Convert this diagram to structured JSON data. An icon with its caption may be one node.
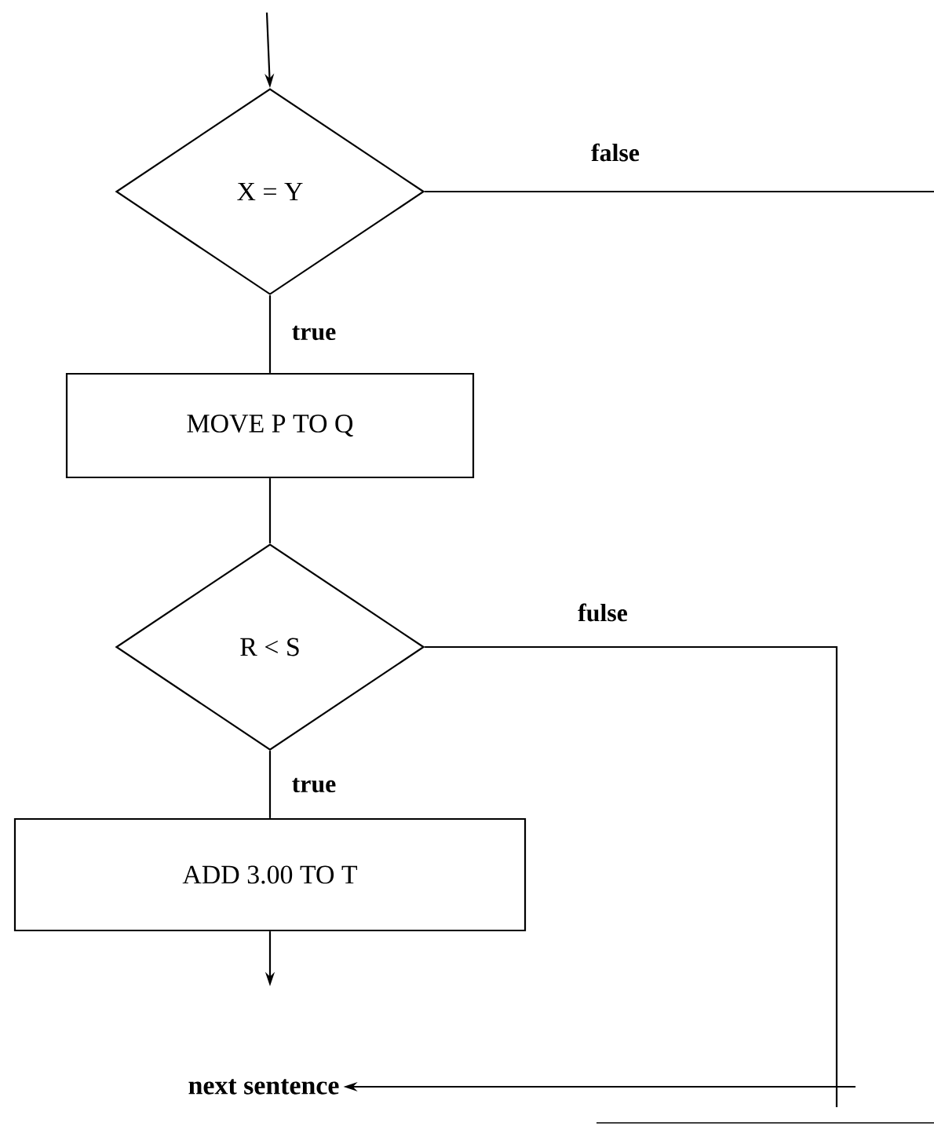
{
  "diagram": {
    "nodes": [
      {
        "text": [
          "X = Y"
        ]
      },
      {
        "text": [
          "MOVE P TO Q"
        ]
      },
      {
        "text": [
          "R < S"
        ]
      },
      {
        "text": [
          "ADD 3.00 TO T"
        ]
      },
      {
        "text": [
          "next sentence"
        ]
      }
    ],
    "edges": [
      {
        "from": null,
        "to": 0,
        "arrow": "to"
      },
      {
        "from": 0,
        "to": 1,
        "arrow": "none",
        "label": "true"
      },
      {
        "from": 0,
        "to": null,
        "arrow": "none",
        "label": "false"
      },
      {
        "from": 1,
        "to": 2,
        "arrow": "none"
      },
      {
        "from": 2,
        "to": 3,
        "arrow": "none",
        "label": "true"
      },
      {
        "from": 2,
        "to": 4,
        "arrow": "to",
        "label": "fulse"
      },
      {
        "from": 3,
        "to": null,
        "arrow": "to"
      }
    ]
  }
}
